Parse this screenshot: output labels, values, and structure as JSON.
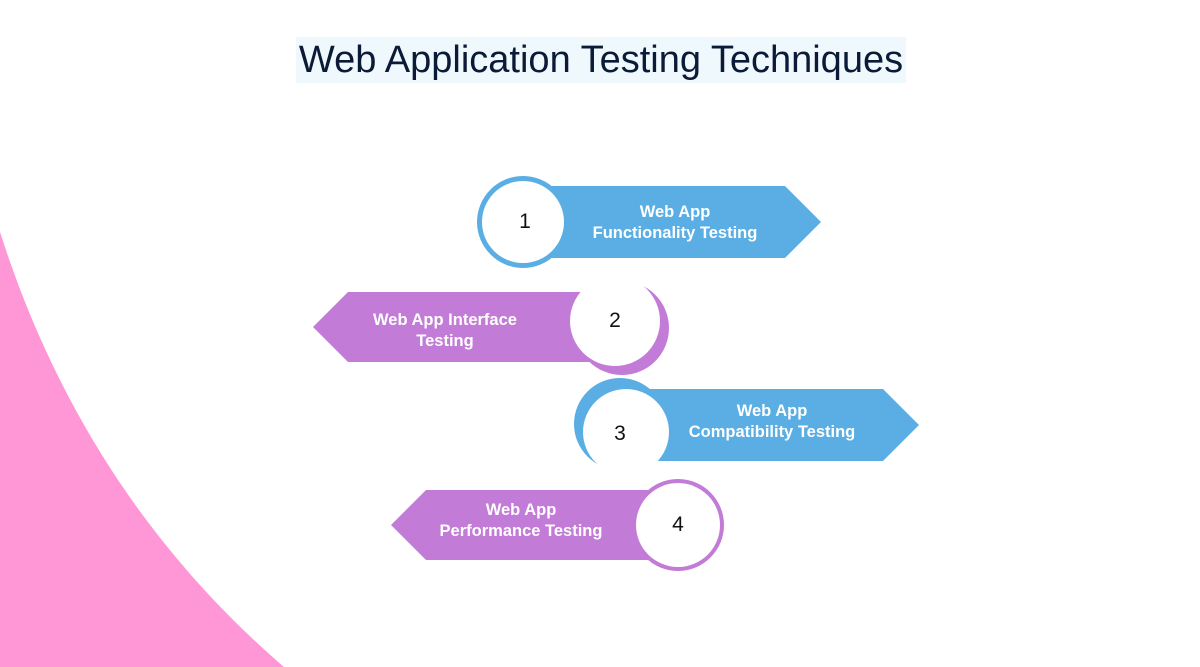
{
  "title": "Web Application Testing Techniques",
  "colors": {
    "blue": "#5aaee3",
    "purple": "#c27bd6",
    "pink": "#ff96d6",
    "title_bg": "#eef8fd",
    "title_text": "#0b1a36"
  },
  "steps": [
    {
      "number": "1",
      "line1": "Web App",
      "line2": "Functionality Testing",
      "color": "blue",
      "direction": "right"
    },
    {
      "number": "2",
      "line1": "Web App Interface",
      "line2": "Testing",
      "color": "purple",
      "direction": "left"
    },
    {
      "number": "3",
      "line1": "Web App",
      "line2": "Compatibility Testing",
      "color": "blue",
      "direction": "right"
    },
    {
      "number": "4",
      "line1": "Web App",
      "line2": "Performance Testing",
      "color": "purple",
      "direction": "left"
    }
  ]
}
